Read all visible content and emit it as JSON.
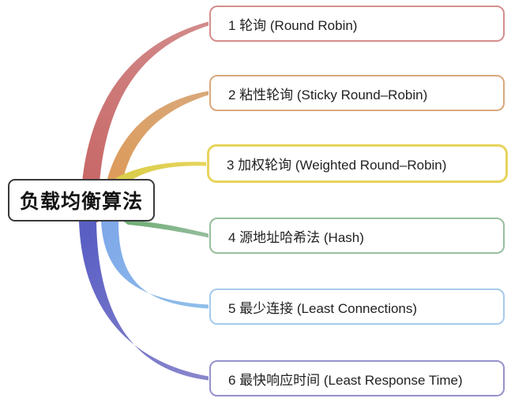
{
  "root": {
    "label": "负载均衡算法",
    "border_color": "#3a3a3d"
  },
  "branches": [
    {
      "label": "1 轮询 (Round Robin)",
      "box_border": "#d48e8d",
      "curve_from": "#c66362",
      "curve_to": "#d28c8b",
      "highlighted": false
    },
    {
      "label": "2 粘性轮询 (Sticky Round–Robin)",
      "box_border": "#d9a87b",
      "curve_from": "#dd9852",
      "curve_to": "#d9a87a",
      "highlighted": false
    },
    {
      "label": "3 加权轮询 (Weighted Round–Robin)",
      "box_border": "#e8d45b",
      "curve_from": "#d9cd4a",
      "curve_to": "#e7d45c",
      "highlighted": true
    },
    {
      "label": "4 源地址哈希法 (Hash)",
      "box_border": "#97be9e",
      "curve_from": "#6fad74",
      "curve_to": "#95bd9d",
      "highlighted": false
    },
    {
      "label": "5 最少连接 (Least Connections)",
      "box_border": "#a6caec",
      "curve_from": "#7fa9e9",
      "curve_to": "#90bfea",
      "highlighted": false
    },
    {
      "label": "6 最快响应时间 (Least Response Time)",
      "box_border": "#9591cb",
      "curve_from": "#5a5fc4",
      "curve_to": "#8b87cc",
      "highlighted": false
    }
  ]
}
